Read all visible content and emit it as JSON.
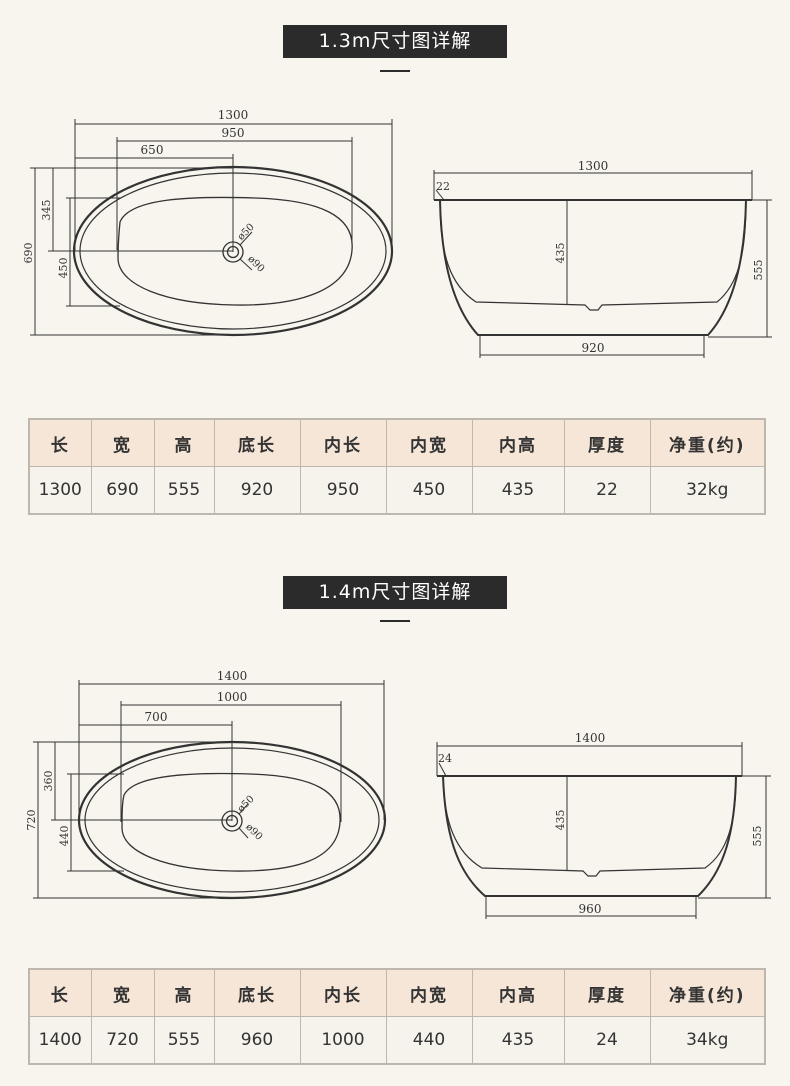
{
  "sections": [
    {
      "title": "1.3m尺寸图详解",
      "top_view": {
        "dim_length": "1300",
        "dim_inner_length": "950",
        "dim_half": "650",
        "dim_width": "690",
        "dim_upper": "345",
        "dim_inner_width": "450",
        "drain_outer": "ø50",
        "drain_inner": "ø90"
      },
      "side_view": {
        "dim_length": "1300",
        "dim_thickness": "22",
        "dim_inner_height": "435",
        "dim_height": "555",
        "dim_base": "920"
      },
      "table": {
        "headers": [
          "长",
          "宽",
          "高",
          "底长",
          "内长",
          "内宽",
          "内高",
          "厚度",
          "净重(约)"
        ],
        "values": [
          "1300",
          "690",
          "555",
          "920",
          "950",
          "450",
          "435",
          "22",
          "32kg"
        ]
      }
    },
    {
      "title": "1.4m尺寸图详解",
      "top_view": {
        "dim_length": "1400",
        "dim_inner_length": "1000",
        "dim_half": "700",
        "dim_width": "720",
        "dim_upper": "360",
        "dim_inner_width": "440",
        "drain_outer": "ø50",
        "drain_inner": "ø90"
      },
      "side_view": {
        "dim_length": "1400",
        "dim_thickness": "24",
        "dim_inner_height": "435",
        "dim_height": "555",
        "dim_base": "960"
      },
      "table": {
        "headers": [
          "长",
          "宽",
          "高",
          "底长",
          "内长",
          "内宽",
          "内高",
          "厚度",
          "净重(约)"
        ],
        "values": [
          "1400",
          "720",
          "555",
          "960",
          "1000",
          "440",
          "435",
          "24",
          "34kg"
        ]
      }
    }
  ],
  "colors": {
    "background": "#f8f4ee",
    "title_bg": "#2b2b2b",
    "header_bg": "#f6e6d7",
    "border": "#bdb7ad"
  }
}
